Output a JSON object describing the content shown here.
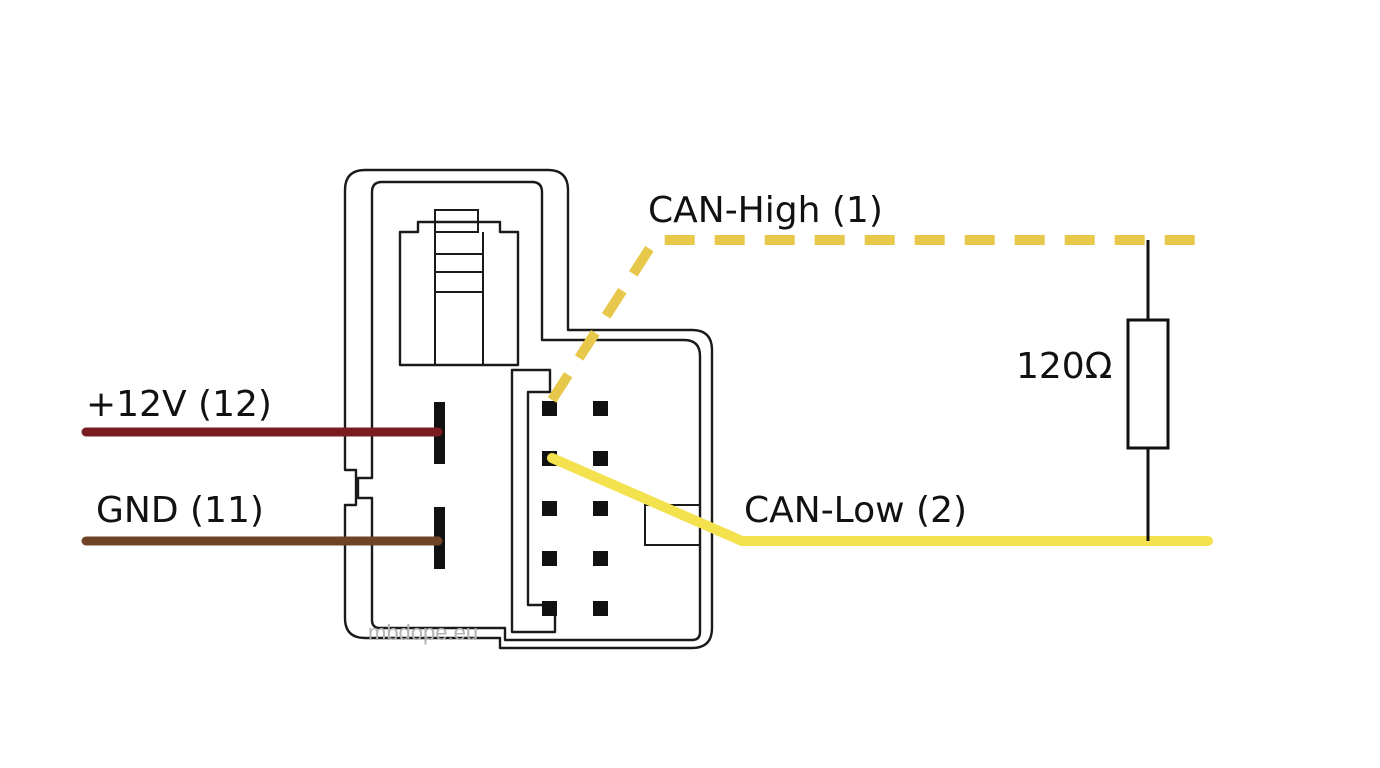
{
  "diagram": {
    "labels": {
      "can_high": "CAN-High (1)",
      "can_low": "CAN-Low (2)",
      "power": "+12V (12)",
      "ground": "GND (11)",
      "resistor": "120Ω"
    },
    "watermark": "mbdope.eu"
  },
  "colors": {
    "power_wire": "#7a1d22",
    "ground_wire": "#6e4326",
    "can_high_wire": "#e8c84a",
    "can_low_wire": "#f4e14e",
    "outline": "#1a1a1a",
    "watermark": "#b3b3b3"
  }
}
